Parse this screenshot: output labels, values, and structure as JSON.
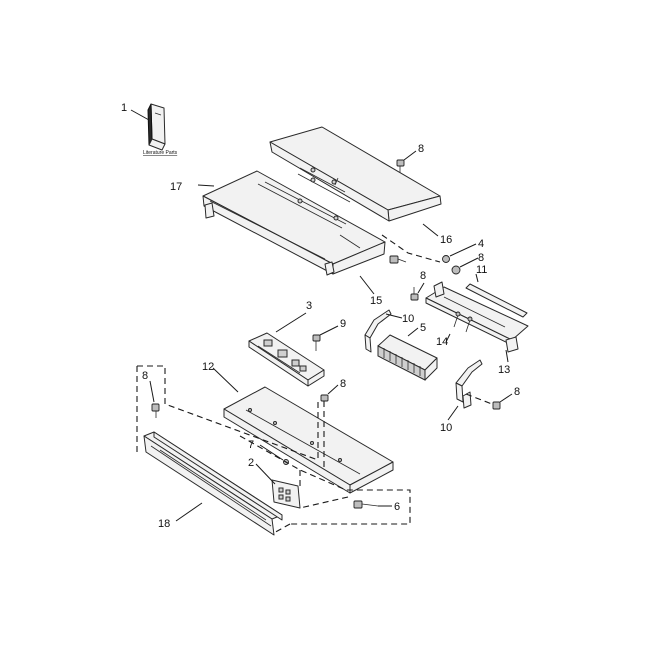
{
  "diagram": {
    "literature_label": "Literature Parts",
    "callouts": {
      "c1": "1",
      "c2": "2",
      "c3": "3",
      "c4": "4",
      "c5": "5",
      "c6": "6",
      "c7": "7",
      "c8a": "8",
      "c8b": "8",
      "c8c": "8",
      "c8d": "8",
      "c8e": "8",
      "c8f": "8",
      "c9": "9",
      "c10a": "10",
      "c10b": "10",
      "c11": "11",
      "c12": "12",
      "c13": "13",
      "c14": "14",
      "c15": "15",
      "c16": "16",
      "c17": "17",
      "c18": "18"
    }
  }
}
